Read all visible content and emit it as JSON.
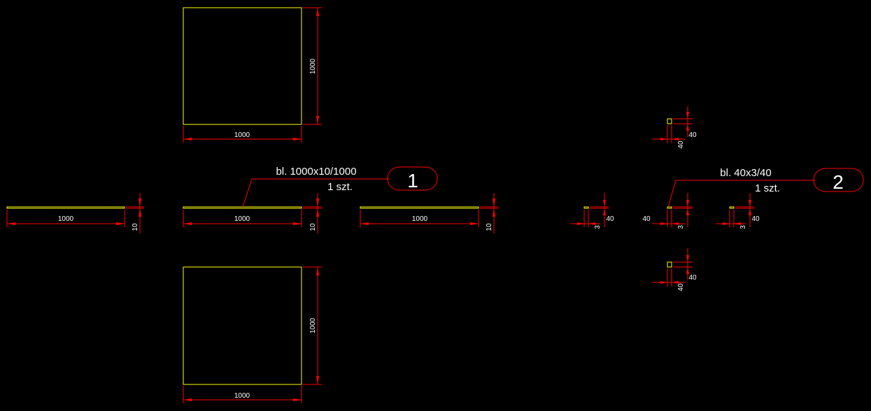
{
  "colors": {
    "background": "#000000",
    "object": "#ffff00",
    "dimension": "#ff0000",
    "text": "#ffffff"
  },
  "part1": {
    "label": "bl. 1000x10/1000",
    "qty": "1 szt.",
    "number": "1",
    "plate_top": {
      "width_dim": "1000",
      "height_dim": "1000"
    },
    "plate_bottom": {
      "width_dim": "1000",
      "height_dim": "1000"
    },
    "edge_left": {
      "length_dim": "1000",
      "thickness_dim": "10"
    },
    "edge_center": {
      "length_dim": "1000",
      "thickness_dim": "10"
    },
    "edge_right": {
      "length_dim": "1000",
      "thickness_dim": "10"
    }
  },
  "part2": {
    "label": "bl. 40x3/40",
    "qty": "1 szt.",
    "number": "2",
    "top": {
      "h_dim": "40",
      "v_dim": "40"
    },
    "bottom": {
      "h_dim": "40",
      "v_dim": "40"
    },
    "left": {
      "t_dim": "3",
      "h_dim": "40"
    },
    "center": {
      "w_dim": "40",
      "t_dim": "3"
    },
    "right": {
      "t_dim": "3",
      "h_dim": "40"
    }
  }
}
